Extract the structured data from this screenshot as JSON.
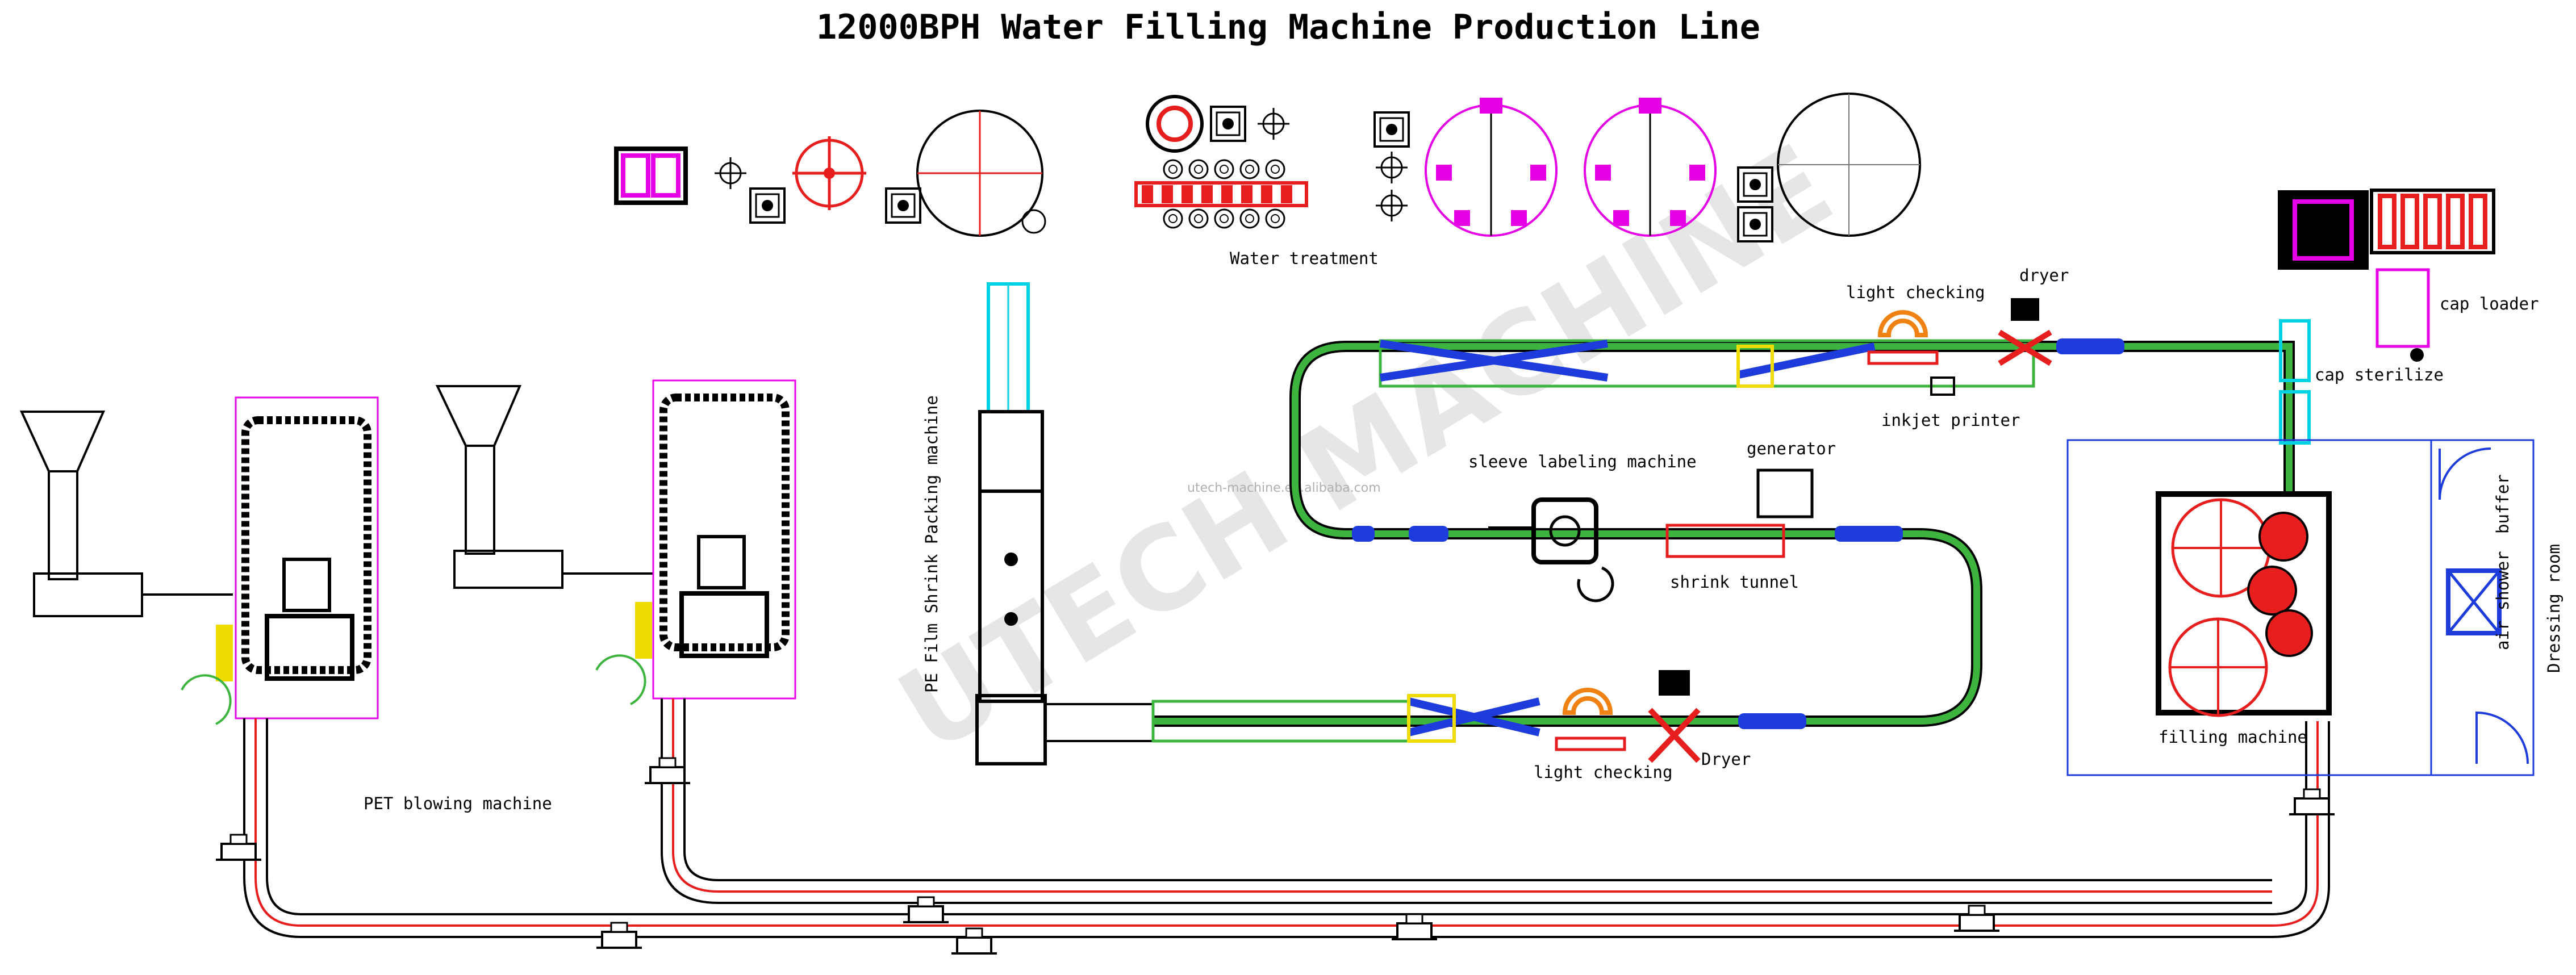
{
  "title": "12000BPH Water Filling Machine Production Line",
  "watermark": "UTECH MACHINE",
  "watermark_url": "utech-machine.en.alibaba.com",
  "labels": {
    "water_treatment": "Water treatment",
    "pe_film": "PE Film Shrink Packing machine",
    "pet_blowing": "PET blowing machine",
    "light_checking_top": "light checking",
    "dryer_top": "dryer",
    "inkjet_printer": "inkjet printer",
    "cap_loader": "cap loader",
    "cap_sterilize": "cap sterilize",
    "sleeve_labeling": "sleeve labeling machine",
    "generator": "generator",
    "shrink_tunnel": "shrink tunnel",
    "light_checking_bottom": "light checking",
    "dryer_bottom": "Dryer",
    "filling_machine": "filling machine",
    "buffer": "buffer",
    "air_shower": "air shower",
    "dressing_room": "Dressing room"
  },
  "colors": {
    "conveyor_green": "#3db43d",
    "conveyor_blue": "#1e3cdc",
    "red": "#e61e1e",
    "magenta": "#e600e6",
    "cyan": "#00d2e6",
    "orange": "#f08214",
    "yellow": "#f0dc00"
  }
}
